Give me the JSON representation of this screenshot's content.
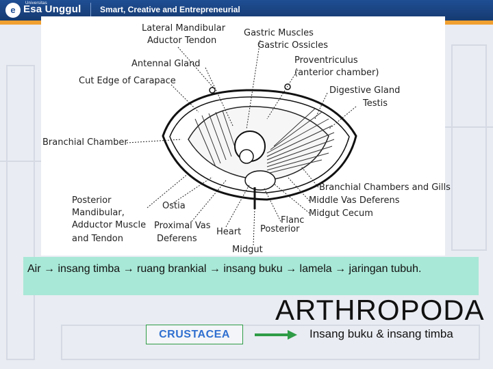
{
  "header": {
    "logo_text": "Esa Unggul",
    "logo_pre": "Universitas",
    "tagline": "Smart, Creative and Entrepreneurial"
  },
  "diagram": {
    "labels": {
      "lateral_mandibular": "Lateral Mandibular",
      "aductor_tendon": "Aductor Tendon",
      "gastric_muscles": "Gastric Muscles",
      "gastric_ossicles": "Gastric Ossicles",
      "antennal_gland": "Antennal Gland",
      "proventriculus": "Proventriculus",
      "anterior_chamber": "(anterior chamber)",
      "cut_edge": "Cut Edge of Carapace",
      "digestive_gland": "Digestive Gland",
      "testis": "Testis",
      "branchial_chamber": "Branchial Chamber",
      "branchial_chambers_gills": "Branchial Chambers and Gills",
      "middle_vas_deferens": "Middle Vas Deferens",
      "midgut_cecum": "Midgut Cecum",
      "posterior_mandibular": "Posterior",
      "posterior_mandibular_2": "Mandibular,",
      "adductor_muscle": "Adductor Muscle",
      "and_tendon": "and Tendon",
      "ostia": "Ostia",
      "proximal_vas": "Proximal Vas",
      "deferens": "Deferens",
      "heart": "Heart",
      "flank_posterior": "Flanc",
      "posterior": "Posterior",
      "midgut": "Midgut"
    }
  },
  "textbox": {
    "text": "Air → insang timba → ruang brankial → insang buku → lamela → jaringan tubuh."
  },
  "title": "ARTHROPODA",
  "crustacea_label": "CRUSTACEA",
  "insang_label": "Insang buku & insang timba",
  "colors": {
    "header_blue": "#1f4e94",
    "accent_orange": "#f0a030",
    "textbox_bg": "#a8e8d6",
    "arrow_green": "#2e9c46",
    "crustacea_text": "#2f6fd0"
  }
}
